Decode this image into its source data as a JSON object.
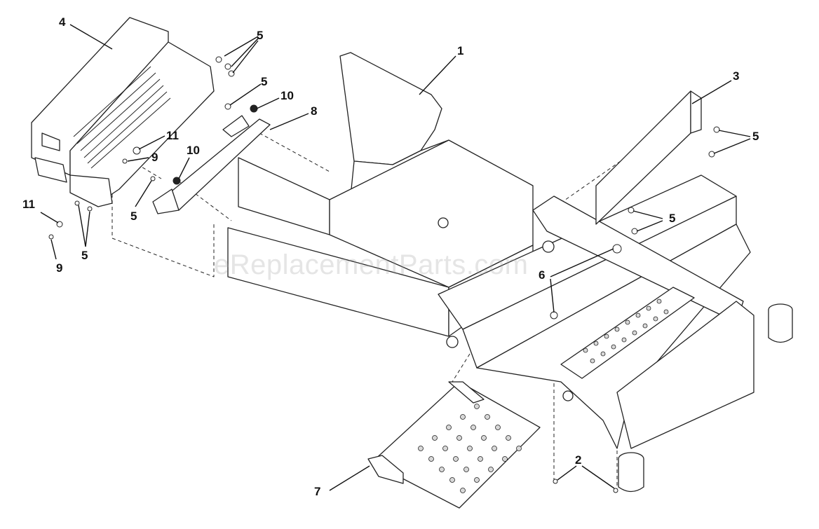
{
  "watermark": "eReplacementParts.com",
  "callouts": {
    "c1": "1",
    "c2": "2",
    "c3": "3",
    "c4": "4",
    "c5a": "5",
    "c5b": "5",
    "c5c": "5",
    "c5d": "5",
    "c5e": "5",
    "c5f": "5",
    "c6": "6",
    "c7": "7",
    "c8": "8",
    "c9a": "9",
    "c9b": "9",
    "c10a": "10",
    "c10b": "10",
    "c11a": "11",
    "c11b": "11"
  },
  "colors": {
    "line": "#222222",
    "fill": "#ffffff",
    "hole": "#d8d8d8"
  }
}
